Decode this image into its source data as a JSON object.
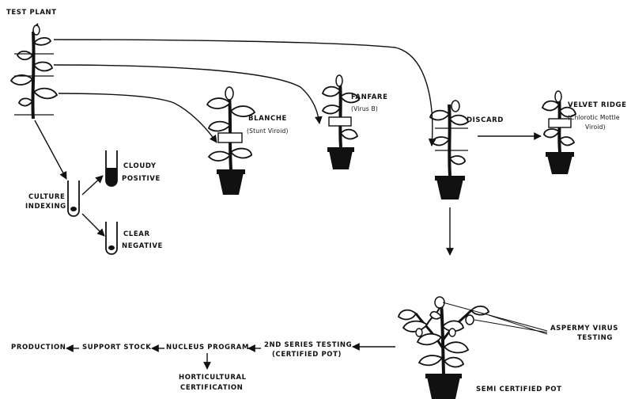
{
  "title": "TEST PLANT",
  "culture": {
    "label_line1": "CULTURE",
    "label_line2": "INDEXING",
    "cloudy_line1": "CLOUDY",
    "cloudy_line2": "POSITIVE",
    "clear_line1": "CLEAR",
    "clear_line2": "NEGATIVE"
  },
  "indicators": {
    "blanche": "BLANCHE",
    "blanche_note": "(Stunt Viroid)",
    "fanfare": "FANFARE",
    "fanfare_note": "(Virus B)",
    "discard": "DISCARD",
    "velvet_ridge": "VELVET RIDGE",
    "velvet_note_line1": "(Chlorotic Mottle",
    "velvet_note_line2": "Viroid)"
  },
  "bottom": {
    "aspermy_line1": "ASPERMY VIRUS",
    "aspermy_line2": "TESTING",
    "semi_certified": "SEMI CERTIFIED POT",
    "second_series_line1": "2ND SERIES TESTING",
    "second_series_line2": "(CERTIFIED POT)",
    "nucleus": "NUCLEUS PROGRAM",
    "support": "SUPPORT STOCK",
    "production": "PRODUCTION",
    "horticultural_line1": "HORTICULTURAL",
    "horticultural_line2": "CERTIFICATION"
  }
}
